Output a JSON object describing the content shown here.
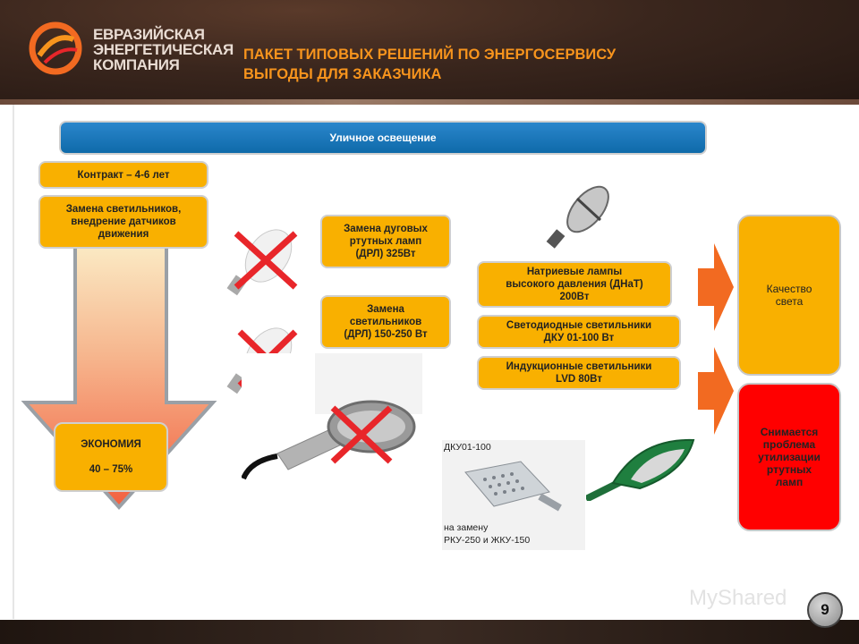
{
  "header": {
    "logo_lines": [
      "ЕВРАЗИЙСКАЯ",
      "ЭНЕРГЕТИЧЕСКАЯ",
      "КОМПАНИЯ"
    ],
    "title_lines": [
      "ПАКЕТ ТИПОВЫХ РЕШЕНИЙ ПО ЭНЕРГОСЕРВИСУ",
      "ВЫГОДЫ ДЛЯ ЗАКАЗЧИКА"
    ]
  },
  "banner": {
    "label": "Уличное освещение"
  },
  "left": {
    "contract": "Контракт – 4-6 лет",
    "replacement_lines": [
      "Замена светильников,",
      "внедрение датчиков",
      "движения"
    ],
    "economy_title": "ЭКОНОМИЯ",
    "economy_value": "40 – 75%"
  },
  "replace": {
    "arc_lines": [
      "Замена дуговых",
      "ртутных ламп",
      "(ДРЛ) 325Вт"
    ],
    "fixture_lines": [
      "Замена",
      "светильников",
      "(ДРЛ) 150-250 Вт"
    ]
  },
  "new": {
    "sodium_lines": [
      "Натриевые лампы",
      "высокого давления (ДНаТ)",
      "200Вт"
    ],
    "led_lines": [
      "Светодиодные светильники",
      "ДКУ 01-100 Вт"
    ],
    "induction_lines": [
      "Индукционные светильники",
      "LVD 80Вт"
    ]
  },
  "photo_caption": {
    "model": "ДКУ01-100",
    "replace_line1": "на замену",
    "replace_line2": "РКУ-250  и  ЖКУ-150"
  },
  "results": {
    "quality_lines": [
      "Качество",
      "света"
    ],
    "mercury_lines": [
      "Снимается",
      "проблема",
      "утилизации",
      "ртутных",
      "ламп"
    ]
  },
  "footer": {
    "page_number": "9",
    "watermark": "MyShared"
  },
  "colors": {
    "accent_orange": "#f9b000",
    "title_orange": "#f7941d",
    "banner_blue": "#1a78bd",
    "alert_red": "#ff0000",
    "cross_red": "#e8262a"
  }
}
